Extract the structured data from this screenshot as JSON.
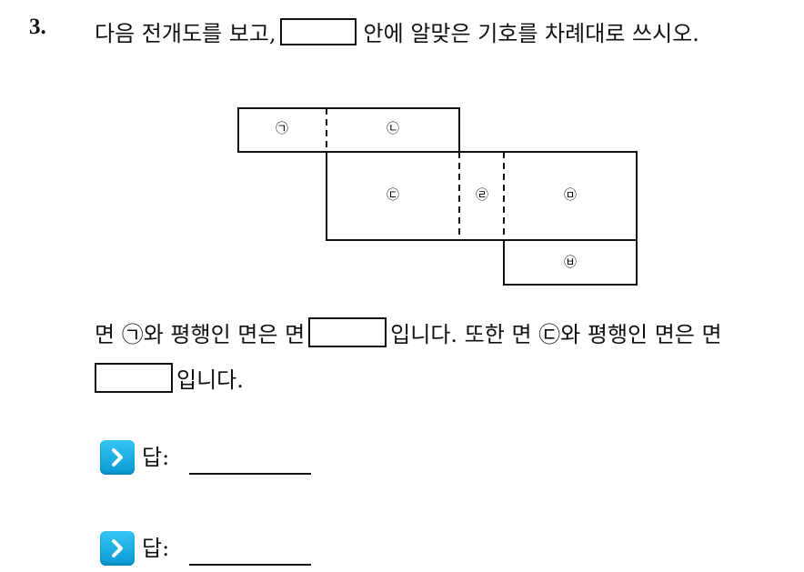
{
  "question": {
    "number": "3.",
    "prompt_before": "다음 전개도를 보고,",
    "prompt_after": "안에 알맞은 기호를 차례대로 쓰시오."
  },
  "net": {
    "faces": [
      "㉠",
      "㉡",
      "㉢",
      "㉣",
      "㉤",
      "㉥"
    ]
  },
  "body": {
    "line1_a": "면 ㉠와 평행인 면은 면",
    "line1_b": "입니다. 또한 면 ㉢와 평행인 면은 면",
    "line2": "입니다."
  },
  "answers": [
    {
      "label": "답:"
    },
    {
      "label": "답:"
    }
  ],
  "colors": {
    "icon": "#1aaee6",
    "line": "#111111"
  }
}
